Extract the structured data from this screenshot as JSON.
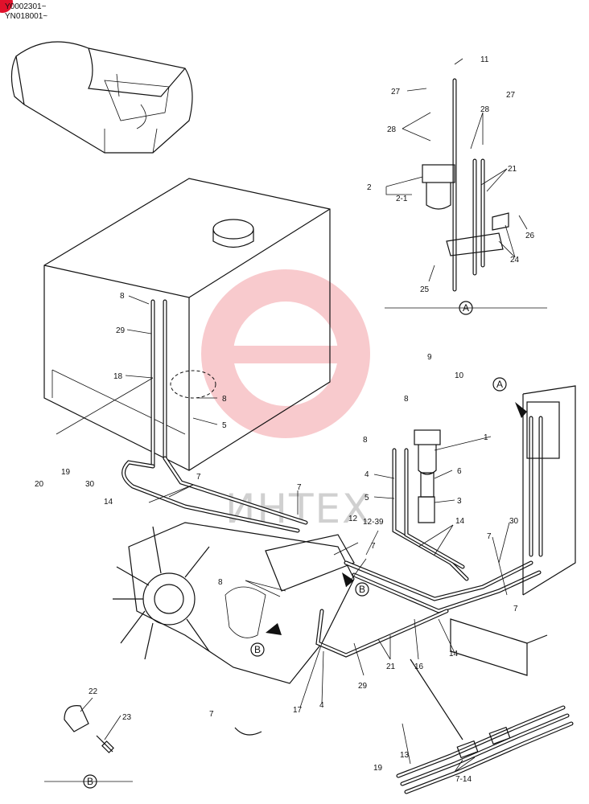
{
  "serials": [
    "Y0002301~",
    "YN018001~"
  ],
  "watermark": "ИНТЕХ",
  "view_a": "A",
  "view_b": "B",
  "callouts": {
    "c1": "1",
    "c2": "2",
    "c2_1": "2-1",
    "c3": "3",
    "c4a": "4",
    "c4b": "4",
    "c5a": "5",
    "c5b": "5",
    "c6": "6",
    "c7a": "7",
    "c7b": "7",
    "c7c": "7",
    "c7d": "7",
    "c7e": "7",
    "c7f": "7",
    "c7_14a": "7-14",
    "c8a": "8",
    "c8b": "8",
    "c8c": "8",
    "c8d": "8",
    "c8e": "8",
    "c9": "9",
    "c10": "10",
    "c11": "11",
    "c12": "12",
    "c12_39": "12-39",
    "c13": "13",
    "c14a": "14",
    "c14b": "14",
    "c14c": "14",
    "c16": "16",
    "c17": "17",
    "c18": "18",
    "c19a": "19",
    "c19b": "19",
    "c20": "20",
    "c21a": "21",
    "c21b": "21",
    "c22": "22",
    "c23": "23",
    "c24": "24",
    "c25": "25",
    "c26": "26",
    "c27a": "27",
    "c27b": "27",
    "c28a": "28",
    "c28b": "28",
    "c29a": "29",
    "c29b": "29",
    "c30a": "30",
    "c30b": "30"
  }
}
